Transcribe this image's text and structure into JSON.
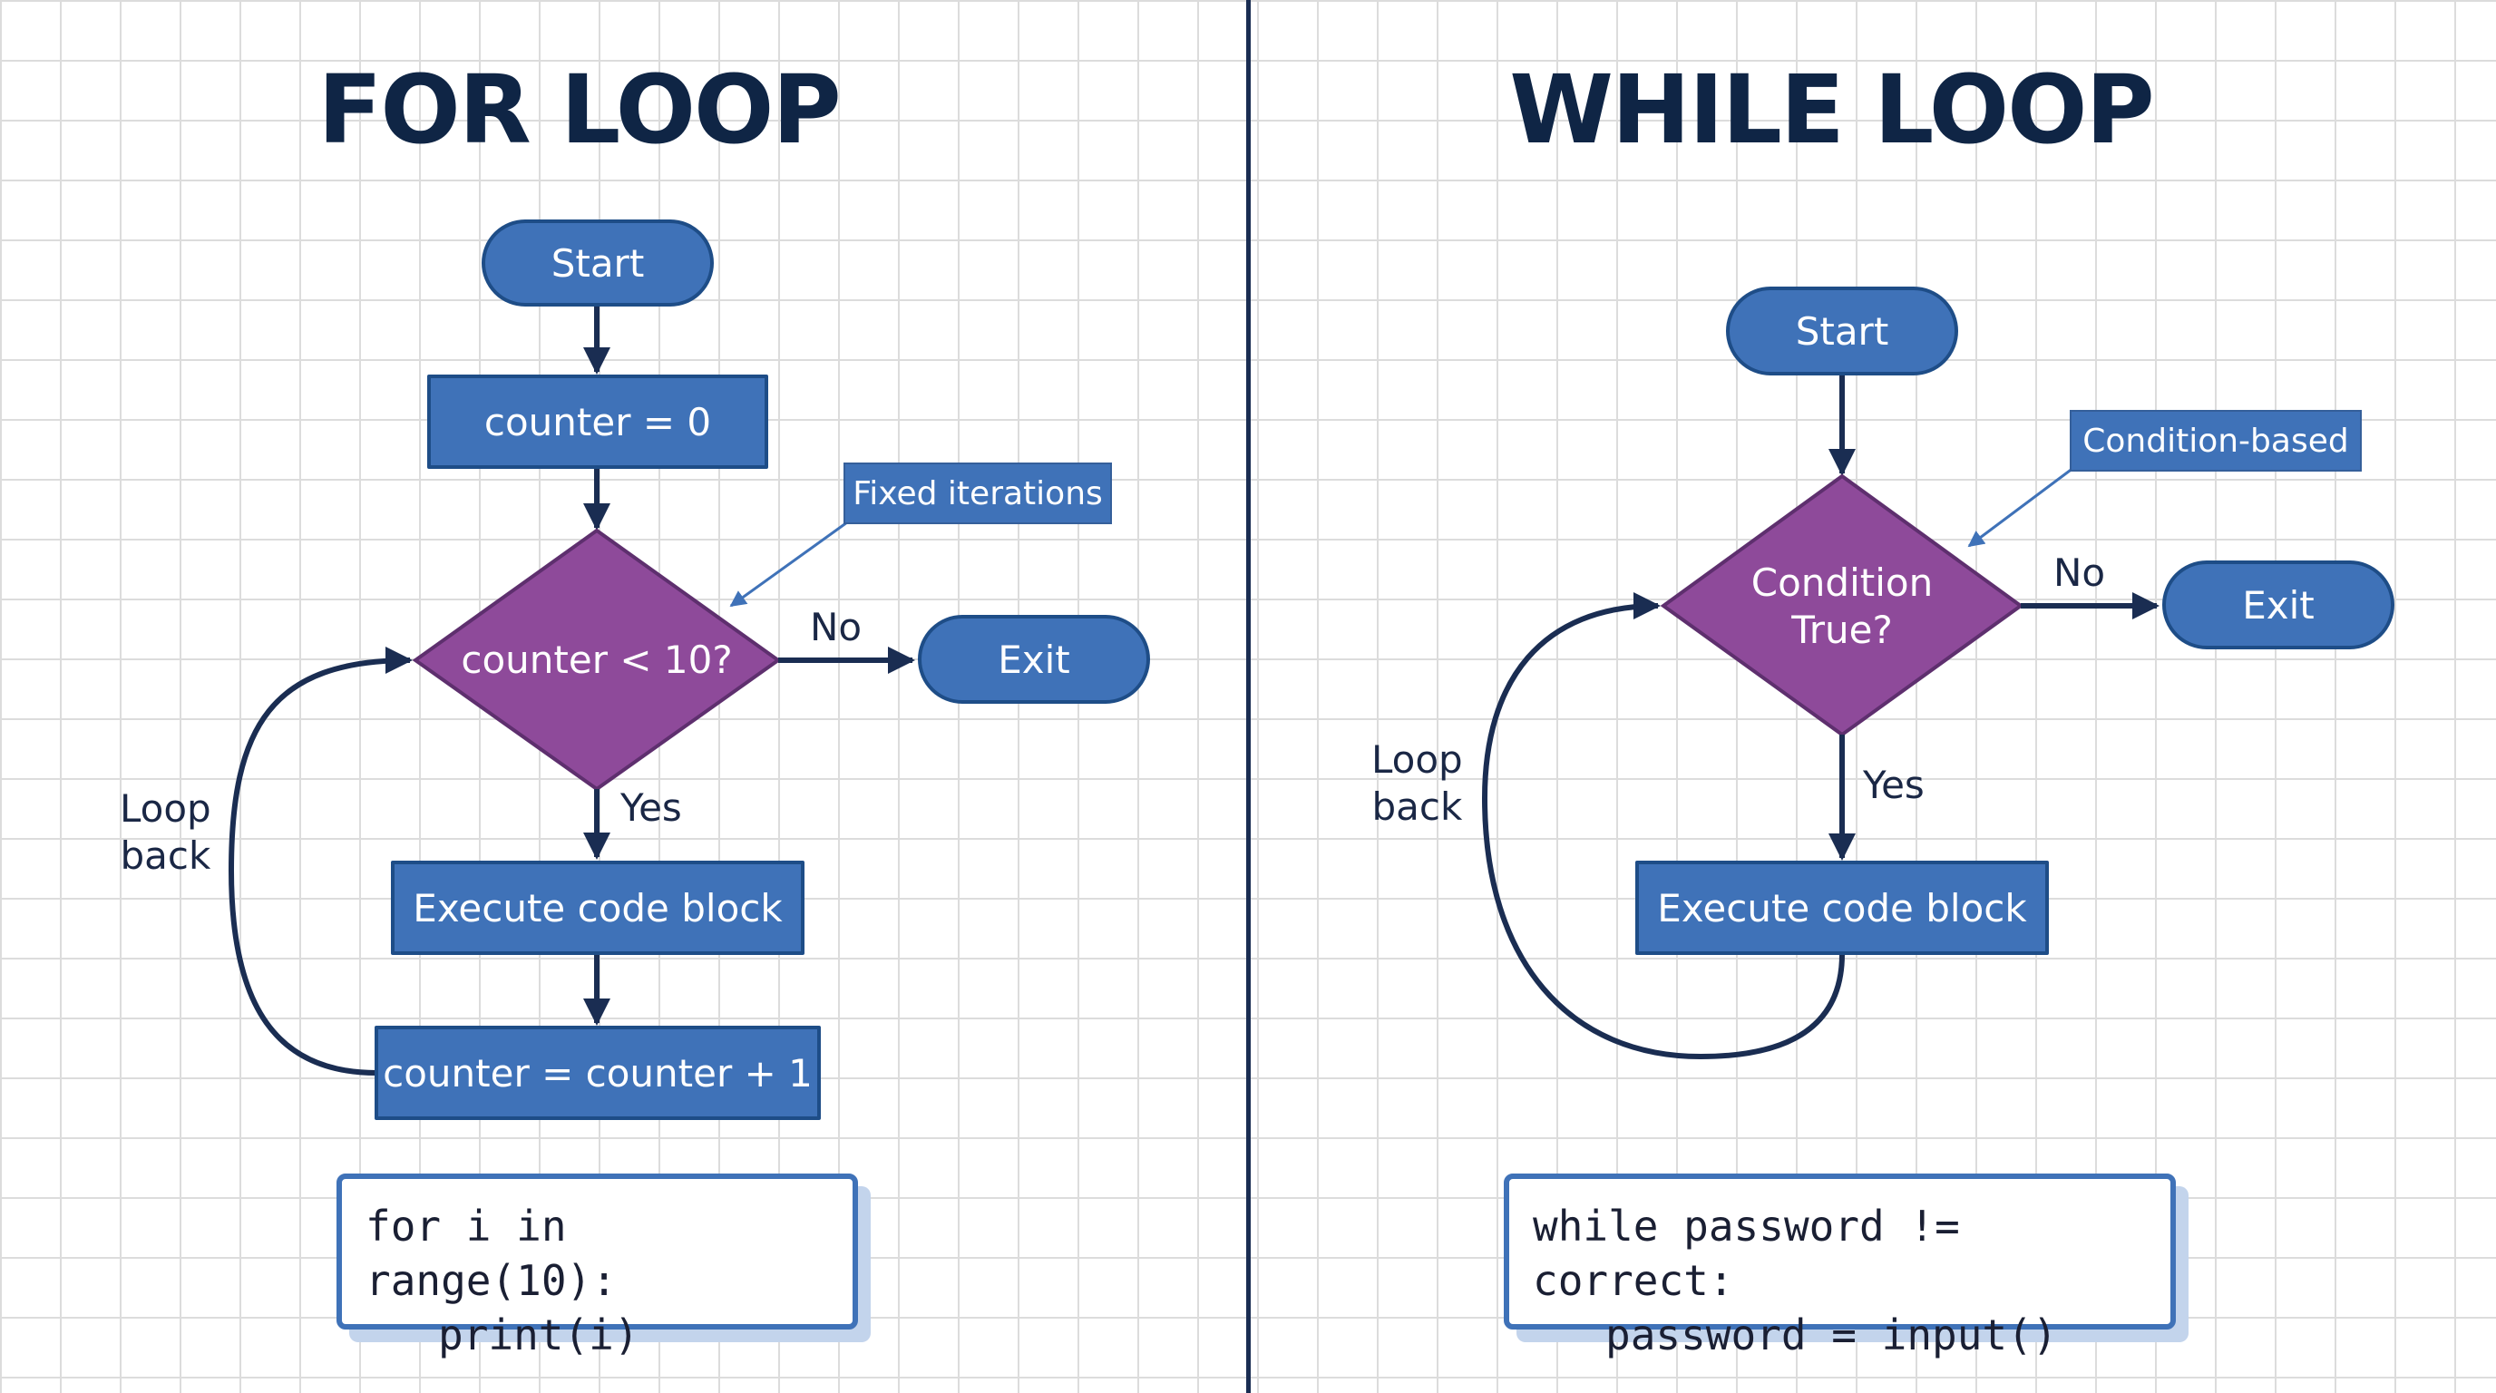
{
  "colors": {
    "node_fill": "#3f72b8",
    "decision_fill": "#8e4a9a",
    "connector": "#1a2d52",
    "title": "#0f2545"
  },
  "for_loop": {
    "title": "FOR LOOP",
    "start": "Start",
    "init": "counter = 0",
    "condition": "counter < 10?",
    "condition_note": "Fixed iterations",
    "no_label": "No",
    "exit": "Exit",
    "yes_label": "Yes",
    "body": "Execute code block",
    "increment": "counter = counter + 1",
    "loop_label_1": "Loop",
    "loop_label_2": "back",
    "code_line1": "for i in range(10):",
    "code_line2": "print(i)"
  },
  "while_loop": {
    "title": "WHILE LOOP",
    "start": "Start",
    "condition_line1": "Condition",
    "condition_line2": "True?",
    "condition_note": "Condition-based",
    "no_label": "No",
    "exit": "Exit",
    "yes_label": "Yes",
    "body": "Execute code block",
    "loop_label_1": "Loop",
    "loop_label_2": "back",
    "code_line1": "while password != correct:",
    "code_line2": "password = input()"
  }
}
